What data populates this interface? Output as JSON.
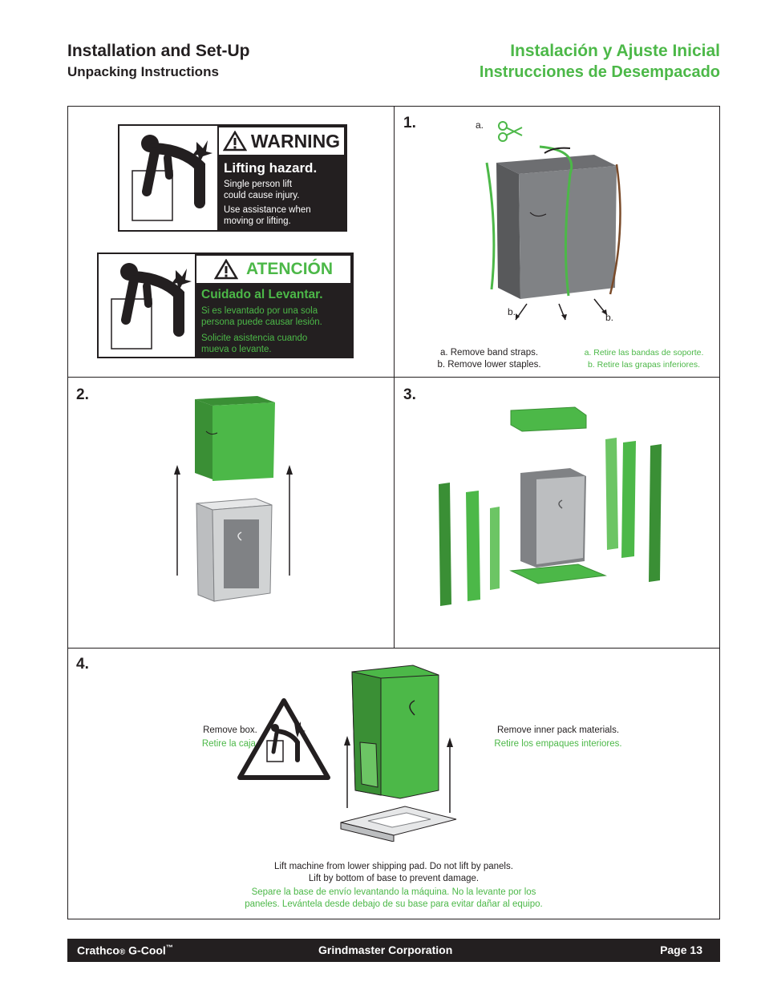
{
  "header": {
    "en_title": "Installation and Set-Up",
    "en_subtitle": "Unpacking Instructions",
    "es_title": "Instalación y Ajuste Inicial",
    "es_subtitle": "Instrucciones de Desempacado"
  },
  "warning_en": {
    "heading": "WARNING",
    "title": "Lifting hazard.",
    "line1": "Single person lift",
    "line2": "could cause injury.",
    "line3": "Use assistance when",
    "line4": "moving or lifting."
  },
  "warning_es": {
    "heading": "ATENCIÓN",
    "title": "Cuidado al Levantar.",
    "line1": "Si es levantado por una sola",
    "line2": "persona puede causar lesión.",
    "line3": "Solicite asistencia cuando",
    "line4": "mueva o levante."
  },
  "step1": {
    "num": "1.",
    "label_a": "a.",
    "label_b": "b.",
    "en_line1": "a. Remove band straps.",
    "en_line2": "b. Remove lower staples.",
    "es_line1": "a.  Retire las bandas de soporte.",
    "es_line2": "b.  Retire las grapas inferiores."
  },
  "step2": {
    "num": "2.",
    "en": "Remove box.",
    "es": "Retire la caja."
  },
  "step3": {
    "num": "3.",
    "en": "Remove inner pack materials.",
    "es": "Retire los empaques interiores."
  },
  "step4": {
    "num": "4.",
    "en_line1": "Lift machine from lower shipping pad. Do not lift by panels.",
    "en_line2": "Lift by bottom of base to prevent damage.",
    "es_line1": "Separe la base de envío levantando la máquina. No la levante por los",
    "es_line2": "paneles. Levántela desde debajo de su base para evitar dañar al equipo."
  },
  "footer": {
    "brand": "Crathco",
    "reg": "®",
    "product": " G-Cool",
    "tm": "™",
    "company": "Grindmaster Corporation",
    "page": "Page 13"
  },
  "colors": {
    "green": "#4cb848",
    "dark": "#231f20"
  }
}
